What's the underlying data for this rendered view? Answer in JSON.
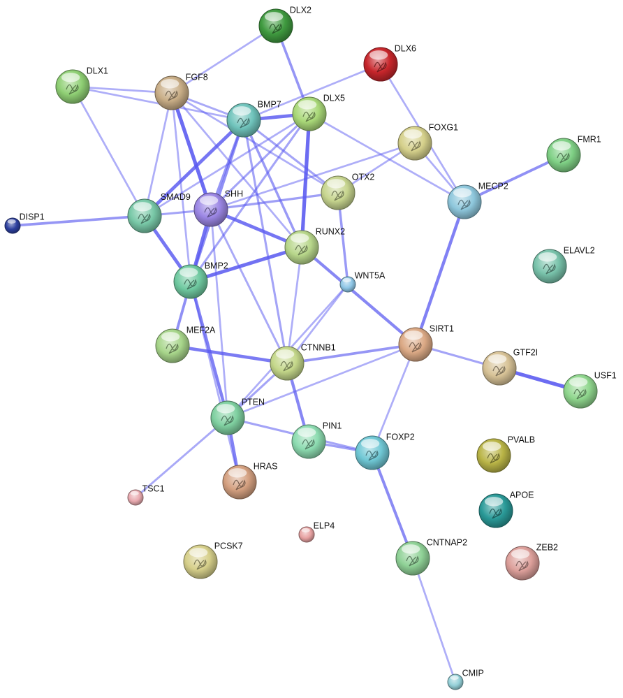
{
  "nodes": [
    {
      "id": "DLX2",
      "label": "DLX2",
      "color": "#3f9a3f",
      "icon": "protein-structure-icon"
    },
    {
      "id": "DLX6",
      "label": "DLX6",
      "color": "#c7262b",
      "icon": "protein-structure-icon"
    },
    {
      "id": "DLX1",
      "label": "DLX1",
      "color": "#8fcf74",
      "icon": "protein-structure-icon"
    },
    {
      "id": "FGF8",
      "label": "FGF8",
      "color": "#c8ad86",
      "icon": "protein-structure-icon"
    },
    {
      "id": "BMP7",
      "label": "BMP7",
      "color": "#6fc3bb",
      "icon": "protein-structure-icon"
    },
    {
      "id": "DLX5",
      "label": "DLX5",
      "color": "#a9d878",
      "icon": "protein-structure-icon"
    },
    {
      "id": "FOXG1",
      "label": "FOXG1",
      "color": "#d5d08b",
      "icon": "protein-structure-icon"
    },
    {
      "id": "FMR1",
      "label": "FMR1",
      "color": "#7fd085",
      "icon": "protein-structure-icon"
    },
    {
      "id": "OTX2",
      "label": "OTX2",
      "color": "#c7d58f",
      "icon": "protein-structure-icon"
    },
    {
      "id": "MECP2",
      "label": "MECP2",
      "color": "#8ec7dc",
      "icon": "protein-structure-icon"
    },
    {
      "id": "SMAD9",
      "label": "SMAD9",
      "color": "#78c8a7",
      "icon": "protein-structure-icon"
    },
    {
      "id": "SHH",
      "label": "SHH",
      "color": "#9b86e4",
      "icon": "protein-structure-icon"
    },
    {
      "id": "DISP1",
      "label": "DISP1",
      "color": "#2c3f9e",
      "icon": "protein-structure-icon"
    },
    {
      "id": "RUNX2",
      "label": "RUNX2",
      "color": "#b7d68a",
      "icon": "protein-structure-icon"
    },
    {
      "id": "ELAVL2",
      "label": "ELAVL2",
      "color": "#78c2aa",
      "icon": "protein-structure-icon"
    },
    {
      "id": "BMP2",
      "label": "BMP2",
      "color": "#6fc9a0",
      "icon": "protein-structure-icon"
    },
    {
      "id": "WNT5A",
      "label": "WNT5A",
      "color": "#8ec6e6",
      "icon": "protein-structure-icon"
    },
    {
      "id": "MEF2A",
      "label": "MEF2A",
      "color": "#a7d58a",
      "icon": "protein-structure-icon"
    },
    {
      "id": "SIRT1",
      "label": "SIRT1",
      "color": "#dba985",
      "icon": "protein-structure-icon"
    },
    {
      "id": "CTNNB1",
      "label": "CTNNB1",
      "color": "#c4d78a",
      "icon": "protein-structure-icon"
    },
    {
      "id": "GTF2I",
      "label": "GTF2I",
      "color": "#d7c296",
      "icon": "protein-structure-icon"
    },
    {
      "id": "USF1",
      "label": "USF1",
      "color": "#8fd68d",
      "icon": "protein-structure-icon"
    },
    {
      "id": "PTEN",
      "label": "PTEN",
      "color": "#7fd0a0",
      "icon": "protein-structure-icon"
    },
    {
      "id": "PIN1",
      "label": "PIN1",
      "color": "#8cdbb0",
      "icon": "protein-structure-icon"
    },
    {
      "id": "FOXP2",
      "label": "FOXP2",
      "color": "#6fc7d4",
      "icon": "protein-structure-icon"
    },
    {
      "id": "PVALB",
      "label": "PVALB",
      "color": "#b9b446",
      "icon": "protein-structure-icon"
    },
    {
      "id": "HRAS",
      "label": "HRAS",
      "color": "#d4a080",
      "icon": "protein-structure-icon"
    },
    {
      "id": "TSC1",
      "label": "TSC1",
      "color": "#e9aab0",
      "icon": "protein-structure-icon"
    },
    {
      "id": "APOE",
      "label": "APOE",
      "color": "#2a9a98",
      "icon": "protein-structure-icon"
    },
    {
      "id": "ELP4",
      "label": "ELP4",
      "color": "#e7a2a2",
      "icon": "protein-structure-icon"
    },
    {
      "id": "PCSK7",
      "label": "PCSK7",
      "color": "#d6cf8a",
      "icon": "protein-structure-icon"
    },
    {
      "id": "CNTNAP2",
      "label": "CNTNAP2",
      "color": "#8fd196",
      "icon": "protein-structure-icon"
    },
    {
      "id": "ZEB2",
      "label": "ZEB2",
      "color": "#dc9f9a",
      "icon": "protein-structure-icon"
    },
    {
      "id": "CMIP",
      "label": "CMIP",
      "color": "#94d0d8",
      "icon": "protein-structure-icon"
    }
  ],
  "edges": [
    {
      "source": "DLX2",
      "target": "FGF8",
      "strength": 0.3
    },
    {
      "source": "DLX2",
      "target": "DLX5",
      "strength": 0.55
    },
    {
      "source": "DLX1",
      "target": "FGF8",
      "strength": 0.3
    },
    {
      "source": "DLX1",
      "target": "BMP7",
      "strength": 0.3
    },
    {
      "source": "DLX1",
      "target": "SMAD9",
      "strength": 0.3
    },
    {
      "source": "FGF8",
      "target": "SHH",
      "strength": 0.95
    },
    {
      "source": "FGF8",
      "target": "BMP7",
      "strength": 0.35
    },
    {
      "source": "FGF8",
      "target": "OTX2",
      "strength": 0.3
    },
    {
      "source": "FGF8",
      "target": "BMP2",
      "strength": 0.3
    },
    {
      "source": "FGF8",
      "target": "SMAD9",
      "strength": 0.3
    },
    {
      "source": "FGF8",
      "target": "RUNX2",
      "strength": 0.3
    },
    {
      "source": "DLX6",
      "target": "BMP7",
      "strength": 0.3
    },
    {
      "source": "DLX6",
      "target": "MECP2",
      "strength": 0.3
    },
    {
      "source": "BMP7",
      "target": "DLX5",
      "strength": 0.85
    },
    {
      "source": "BMP7",
      "target": "SMAD9",
      "strength": 0.85
    },
    {
      "source": "BMP7",
      "target": "SHH",
      "strength": 0.55
    },
    {
      "source": "BMP7",
      "target": "RUNX2",
      "strength": 0.5
    },
    {
      "source": "BMP7",
      "target": "OTX2",
      "strength": 0.4
    },
    {
      "source": "BMP7",
      "target": "CTNNB1",
      "strength": 0.4
    },
    {
      "source": "BMP7",
      "target": "BMP2",
      "strength": 0.6
    },
    {
      "source": "DLX5",
      "target": "RUNX2",
      "strength": 0.95
    },
    {
      "source": "DLX5",
      "target": "SHH",
      "strength": 0.4
    },
    {
      "source": "DLX5",
      "target": "SMAD9",
      "strength": 0.3
    },
    {
      "source": "DLX5",
      "target": "MECP2",
      "strength": 0.3
    },
    {
      "source": "DLX5",
      "target": "BMP2",
      "strength": 0.4
    },
    {
      "source": "FOXG1",
      "target": "SHH",
      "strength": 0.3
    },
    {
      "source": "FOXG1",
      "target": "OTX2",
      "strength": 0.3
    },
    {
      "source": "FOXG1",
      "target": "MECP2",
      "strength": 0.3
    },
    {
      "source": "FMR1",
      "target": "MECP2",
      "strength": 0.6
    },
    {
      "source": "SHH",
      "target": "OTX2",
      "strength": 0.45
    },
    {
      "source": "SHH",
      "target": "SMAD9",
      "strength": 0.4
    },
    {
      "source": "SHH",
      "target": "RUNX2",
      "strength": 0.85
    },
    {
      "source": "SHH",
      "target": "BMP2",
      "strength": 0.9
    },
    {
      "source": "SHH",
      "target": "CTNNB1",
      "strength": 0.35
    },
    {
      "source": "SHH",
      "target": "PTEN",
      "strength": 0.3
    },
    {
      "source": "DISP1",
      "target": "SMAD9",
      "strength": 0.55
    },
    {
      "source": "SMAD9",
      "target": "BMP2",
      "strength": 0.85
    },
    {
      "source": "OTX2",
      "target": "WNT5A",
      "strength": 0.5
    },
    {
      "source": "RUNX2",
      "target": "BMP2",
      "strength": 0.9
    },
    {
      "source": "RUNX2",
      "target": "SIRT1",
      "strength": 0.7
    },
    {
      "source": "RUNX2",
      "target": "CTNNB1",
      "strength": 0.3
    },
    {
      "source": "WNT5A",
      "target": "CTNNB1",
      "strength": 0.3
    },
    {
      "source": "WNT5A",
      "target": "PTEN",
      "strength": 0.3
    },
    {
      "source": "BMP2",
      "target": "MEF2A",
      "strength": 0.6
    },
    {
      "source": "BMP2",
      "target": "PTEN",
      "strength": 0.75
    },
    {
      "source": "BMP2",
      "target": "HRAS",
      "strength": 0.3
    },
    {
      "source": "MEF2A",
      "target": "CTNNB1",
      "strength": 0.8
    },
    {
      "source": "MECP2",
      "target": "SIRT1",
      "strength": 0.75
    },
    {
      "source": "SIRT1",
      "target": "CTNNB1",
      "strength": 0.55
    },
    {
      "source": "SIRT1",
      "target": "GTF2I",
      "strength": 0.4
    },
    {
      "source": "SIRT1",
      "target": "FOXP2",
      "strength": 0.3
    },
    {
      "source": "SIRT1",
      "target": "PTEN",
      "strength": 0.3
    },
    {
      "source": "GTF2I",
      "target": "USF1",
      "strength": 0.95
    },
    {
      "source": "CTNNB1",
      "target": "PTEN",
      "strength": 0.4
    },
    {
      "source": "CTNNB1",
      "target": "PIN1",
      "strength": 0.7
    },
    {
      "source": "PTEN",
      "target": "HRAS",
      "strength": 0.75
    },
    {
      "source": "PTEN",
      "target": "TSC1",
      "strength": 0.35
    },
    {
      "source": "PTEN",
      "target": "FOXP2",
      "strength": 0.4
    },
    {
      "source": "PIN1",
      "target": "FOXP2",
      "strength": 0.45
    },
    {
      "source": "FOXP2",
      "target": "CNTNAP2",
      "strength": 0.65
    },
    {
      "source": "CNTNAP2",
      "target": "CMIP",
      "strength": 0.3
    }
  ]
}
